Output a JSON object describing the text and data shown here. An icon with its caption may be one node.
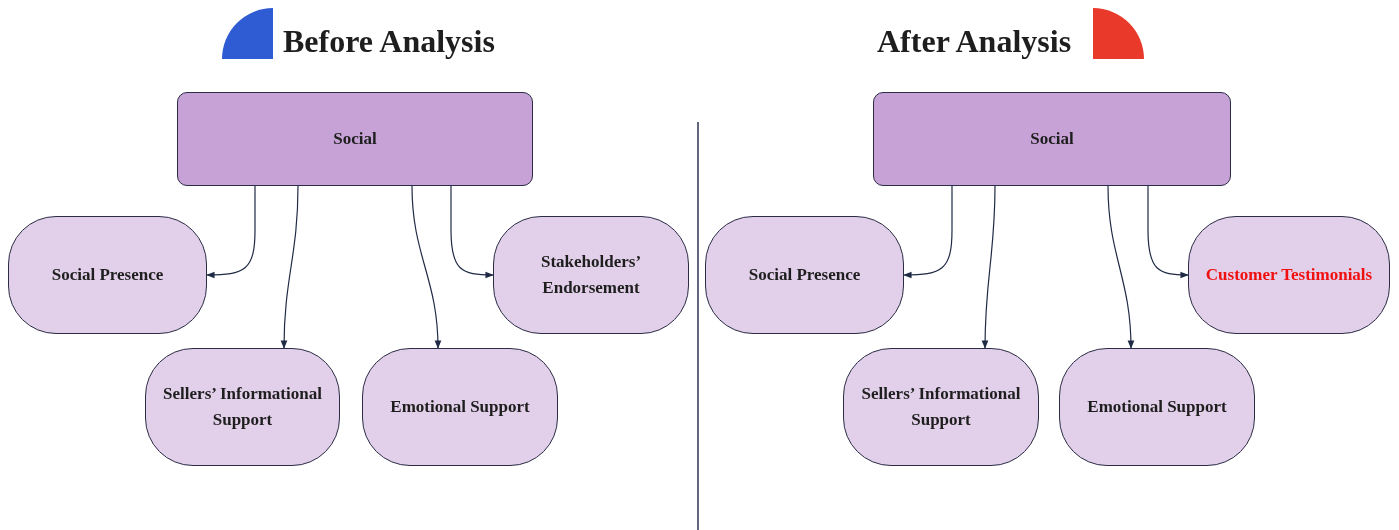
{
  "diagram": {
    "nodes": [
      {
        "text": [
          "Social"
        ]
      },
      {
        "text": [
          "Social Presence"
        ]
      },
      {
        "text": [
          "Stakeholders’ Endorsement"
        ]
      },
      {
        "text": [
          "Sellers’ Informational Support"
        ]
      },
      {
        "text": [
          "Emotional Support"
        ]
      },
      {
        "text": [
          "Social"
        ]
      },
      {
        "text": [
          "Social Presence"
        ]
      },
      {
        "text": [
          "Customer Testimonials"
        ]
      },
      {
        "text": [
          "Sellers’ Informational Support"
        ]
      },
      {
        "text": [
          "Emotional Support"
        ]
      }
    ],
    "edges": [
      {
        "from": 0,
        "to": 1,
        "arrow": "to"
      },
      {
        "from": 0,
        "to": 3,
        "arrow": "to"
      },
      {
        "from": 0,
        "to": 4,
        "arrow": "to"
      },
      {
        "from": 0,
        "to": 2,
        "arrow": "to"
      },
      {
        "from": 5,
        "to": 6,
        "arrow": "to"
      },
      {
        "from": 5,
        "to": 8,
        "arrow": "to"
      },
      {
        "from": 5,
        "to": 9,
        "arrow": "to"
      },
      {
        "from": 5,
        "to": 7,
        "arrow": "to"
      }
    ],
    "labels": [
      "Before Analysis",
      "After Analysis"
    ]
  }
}
